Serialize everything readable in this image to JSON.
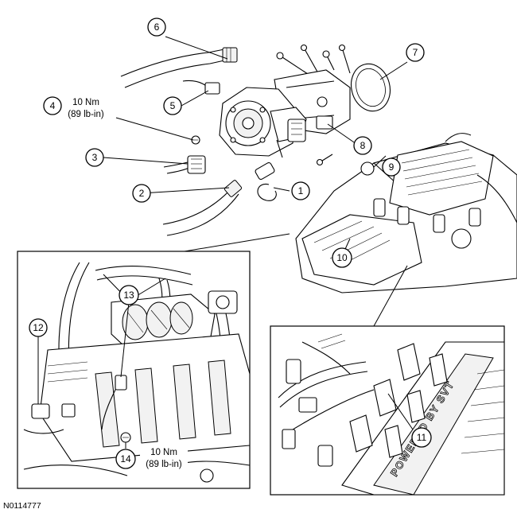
{
  "figure_id": "N0114777",
  "callouts": {
    "c1": "1",
    "c2": "2",
    "c3": "3",
    "c4": "4",
    "c5": "5",
    "c6": "6",
    "c7": "7",
    "c8": "8",
    "c9": "9",
    "c10": "10",
    "c11": "11",
    "c12": "12",
    "c13": "13",
    "c14": "14"
  },
  "torque_specs": {
    "top": {
      "metric": "10 Nm",
      "imperial": "(89 lb-in)"
    },
    "bottom": {
      "metric": "10 Nm",
      "imperial": "(89 lb-in)"
    }
  },
  "engine_cover_text": "POWERED BY SVT"
}
